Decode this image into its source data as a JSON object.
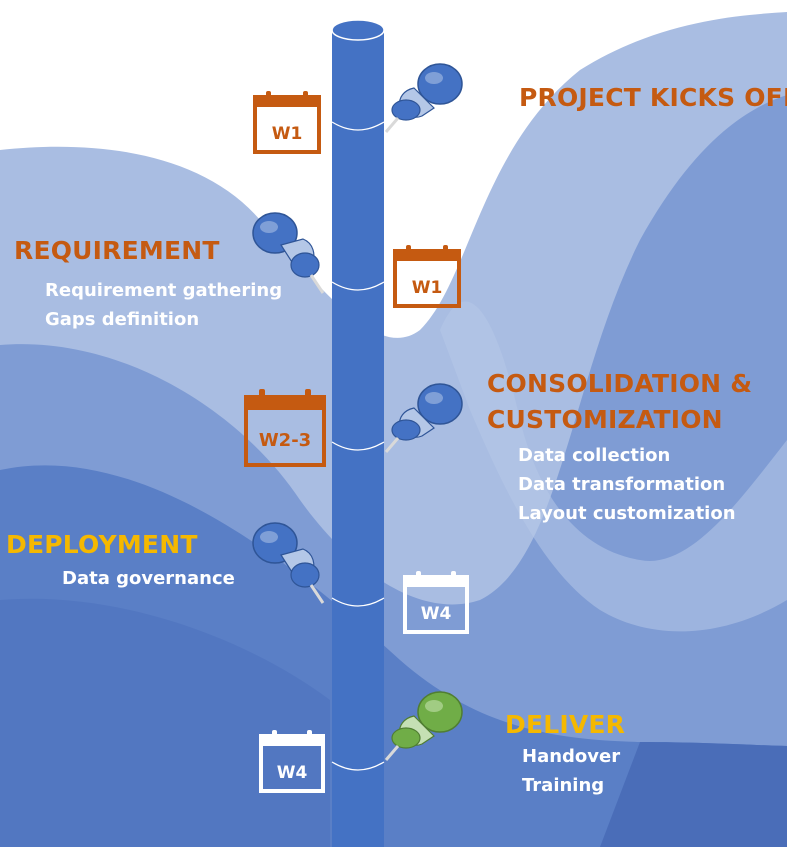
{
  "milestones": {
    "kickoff": {
      "title": "PROJECT KICKS OFF",
      "week": "W1"
    },
    "requirement": {
      "title": "REQUIREMENT",
      "items": [
        "Requirement gathering",
        "Gaps definition"
      ],
      "week": "W1"
    },
    "consolidation": {
      "title_line1": "CONSOLIDATION &",
      "title_line2": "CUSTOMIZATION",
      "items": [
        "Data collection",
        "Data transformation",
        "Layout customization"
      ],
      "week": "W2-3"
    },
    "deployment": {
      "title": "DEPLOYMENT",
      "items": [
        "Data governance"
      ],
      "week": "W4"
    },
    "deliver": {
      "title": "DELIVER",
      "items": [
        "Handover",
        "Training"
      ],
      "week": "W4"
    }
  },
  "colors": {
    "orange": "#c55a11",
    "gold": "#f5b800",
    "pole": "#4472c4",
    "pin_blue": "#4472c4",
    "pin_green": "#70ad47",
    "bg_light": "#a9bde2",
    "bg_mid": "#7f9cd4",
    "bg_dark": "#4d71bd"
  },
  "icons": {
    "calendar": "calendar-icon",
    "pin": "pushpin-icon"
  }
}
